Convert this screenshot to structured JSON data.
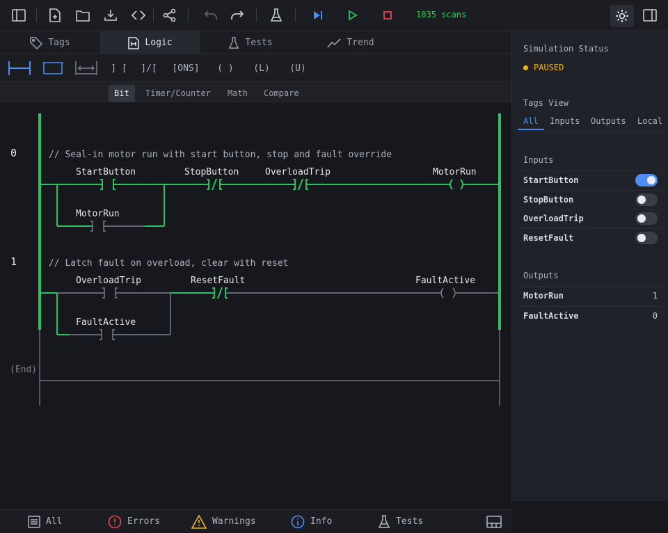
{
  "toolbar": {
    "scans": "1035 scans",
    "icons": [
      "sidebar-toggle-icon",
      "new-file-icon",
      "open-folder-icon",
      "download-icon",
      "code-icon",
      "share-icon",
      "undo-icon",
      "redo-icon",
      "flask-icon",
      "step-icon",
      "run-icon",
      "stop-icon",
      "theme-icon",
      "panel-toggle-icon"
    ]
  },
  "tabs": [
    {
      "label": "Tags",
      "icon": "tag-icon"
    },
    {
      "label": "Logic",
      "icon": "file-icon"
    },
    {
      "label": "Tests",
      "icon": "flask-icon"
    },
    {
      "label": "Trend",
      "icon": "trend-icon"
    }
  ],
  "instructions": [
    "] [",
    "]/[",
    "[ONS]",
    "( )",
    "(L)",
    "(U)"
  ],
  "subtabs": [
    "Bit",
    "Timer/Counter",
    "Math",
    "Compare"
  ],
  "rungs": [
    {
      "number": "0",
      "comment": "// Seal-in motor run with start button, stop and fault override",
      "labels": [
        "StartButton",
        "StopButton",
        "OverloadTrip",
        "MotorRun",
        "MotorRun"
      ]
    },
    {
      "number": "1",
      "comment": "// Latch fault on overload, clear with reset",
      "labels": [
        "OverloadTrip",
        "ResetFault",
        "FaultActive",
        "FaultActive"
      ]
    }
  ],
  "end_label": "(End)",
  "bottom": [
    {
      "label": "All",
      "icon": "list-icon"
    },
    {
      "label": "Errors",
      "icon": "error-icon"
    },
    {
      "label": "Warnings",
      "icon": "warning-icon"
    },
    {
      "label": "Info",
      "icon": "info-icon"
    },
    {
      "label": "Tests",
      "icon": "flask-icon"
    }
  ],
  "sidebar": {
    "status_title": "Simulation Status",
    "status": "PAUSED",
    "tags_view_title": "Tags View",
    "view_tabs": [
      "All",
      "Inputs",
      "Outputs",
      "Local"
    ],
    "inputs_title": "Inputs",
    "inputs": [
      {
        "name": "StartButton",
        "on": true
      },
      {
        "name": "StopButton",
        "on": false
      },
      {
        "name": "OverloadTrip",
        "on": false
      },
      {
        "name": "ResetFault",
        "on": false
      }
    ],
    "outputs_title": "Outputs",
    "outputs": [
      {
        "name": "MotorRun",
        "value": "1"
      },
      {
        "name": "FaultActive",
        "value": "0"
      }
    ]
  },
  "colors": {
    "energized": "#2fbf61",
    "idle": "#7d828c",
    "accent": "#4d8cf5",
    "paused": "#f0b429"
  }
}
